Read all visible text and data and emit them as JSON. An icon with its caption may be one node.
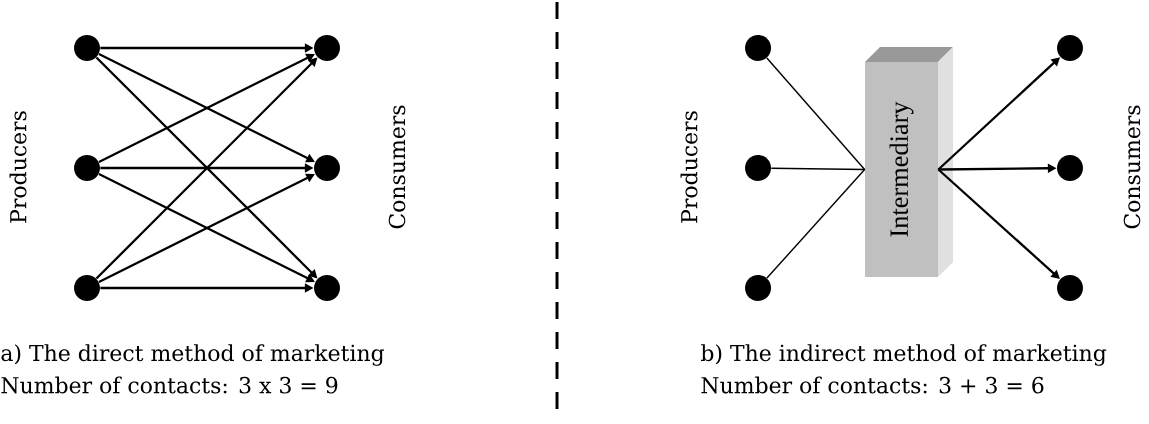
{
  "diagram": {
    "nodes": [
      {
        "text": [],
        "shape": "circle"
      },
      {
        "text": [],
        "shape": "circle"
      },
      {
        "text": [],
        "shape": "circle"
      },
      {
        "text": [],
        "shape": "circle"
      },
      {
        "text": [],
        "shape": "circle"
      },
      {
        "text": [],
        "shape": "circle"
      },
      {
        "text": [],
        "shape": "circle"
      },
      {
        "text": [],
        "shape": "circle"
      },
      {
        "text": [],
        "shape": "circle"
      },
      {
        "text": [
          "Intermediary"
        ]
      },
      {
        "text": [],
        "shape": "circle"
      },
      {
        "text": [],
        "shape": "circle"
      },
      {
        "text": [],
        "shape": "circle"
      }
    ],
    "edges": [
      {
        "from": 0,
        "to": 3,
        "arrow": "to"
      },
      {
        "from": 0,
        "to": 4,
        "arrow": "to"
      },
      {
        "from": 0,
        "to": 5,
        "arrow": "to"
      },
      {
        "from": 1,
        "to": 3,
        "arrow": "to"
      },
      {
        "from": 1,
        "to": 4,
        "arrow": "to"
      },
      {
        "from": 1,
        "to": 5,
        "arrow": "to"
      },
      {
        "from": 2,
        "to": 3,
        "arrow": "to"
      },
      {
        "from": 2,
        "to": 4,
        "arrow": "to"
      },
      {
        "from": 2,
        "to": 5,
        "arrow": "to"
      },
      {
        "from": 6,
        "to": 9,
        "arrow": "none"
      },
      {
        "from": 7,
        "to": 9,
        "arrow": "none"
      },
      {
        "from": 8,
        "to": 9,
        "arrow": "none"
      },
      {
        "from": 9,
        "to": 10,
        "arrow": "to"
      },
      {
        "from": 9,
        "to": 11,
        "arrow": "to"
      },
      {
        "from": 9,
        "to": 12,
        "arrow": "to"
      }
    ],
    "labels": [
      "Producers",
      "Consumers",
      "a) The direct method of marketing",
      "Number of contacts: 3 x 3 = 9",
      "Producers",
      "Consumers",
      "b) The indirect method of marketing",
      "Number of contacts: 3 + 3 = 6"
    ]
  }
}
